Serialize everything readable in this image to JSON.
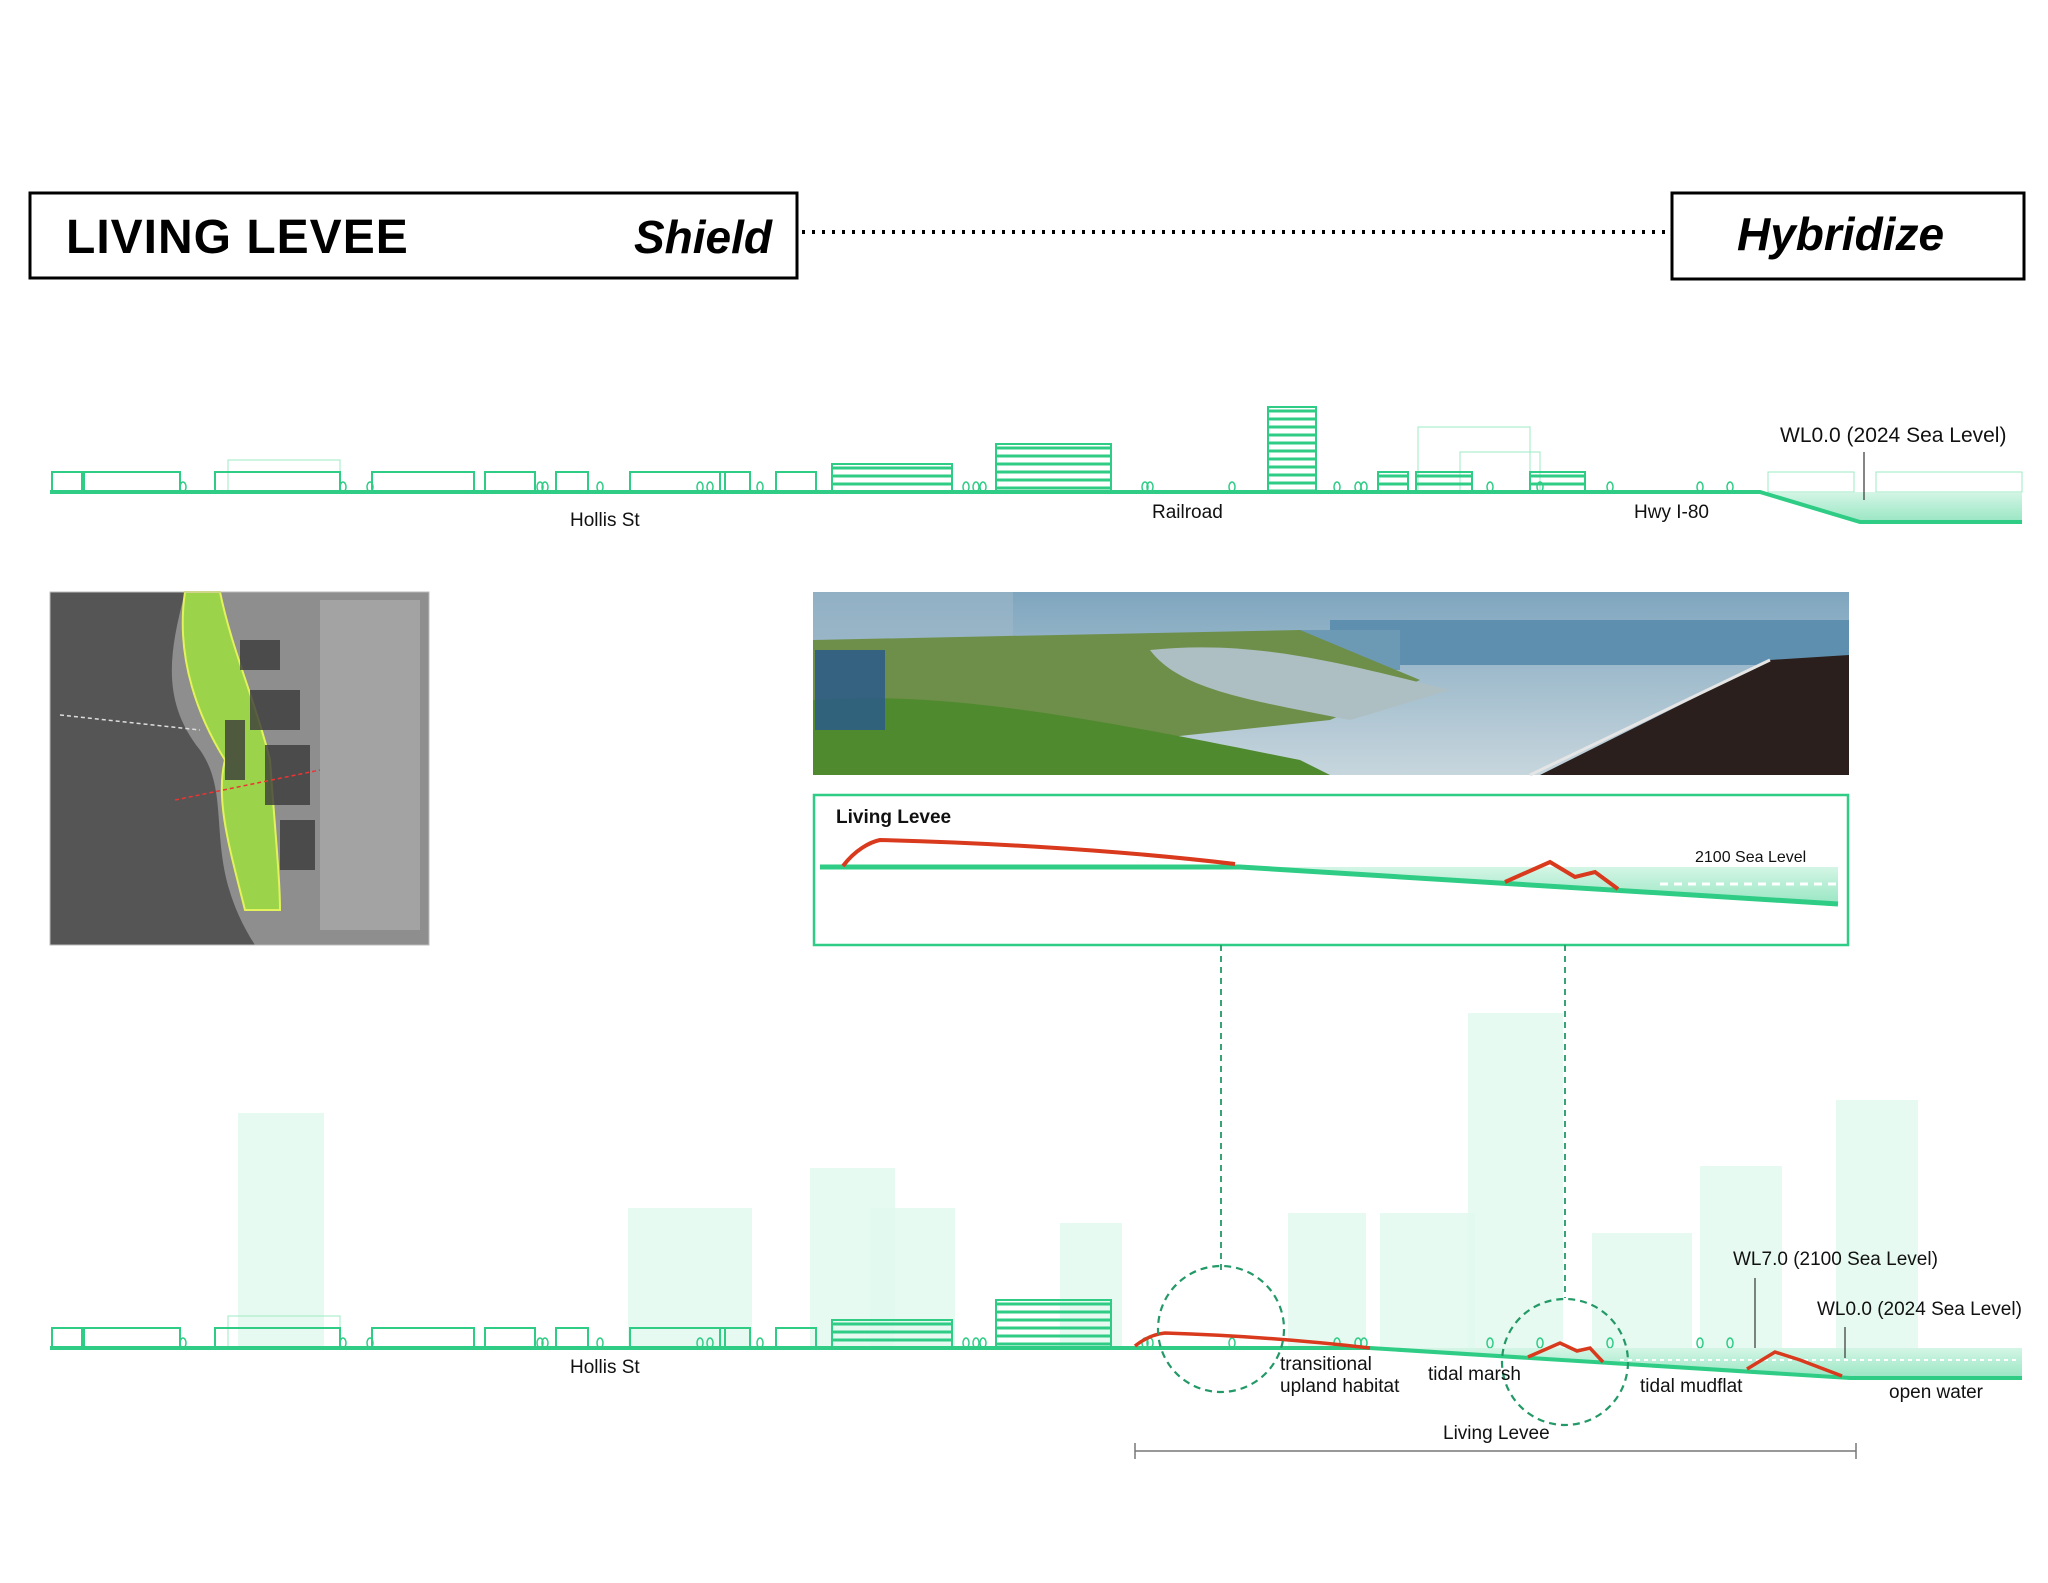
{
  "header": {
    "title": "LIVING LEVEE",
    "left_strategy": "Shield",
    "right_strategy": "Hybridize"
  },
  "existing_section": {
    "labels": {
      "street": "Hollis St",
      "railroad": "Railroad",
      "highway": "Hwy I-80",
      "water_level": "WL0.0 (2024 Sea Level)"
    }
  },
  "detail_section": {
    "title": "Living Levee",
    "sea_level": "2100 Sea Level"
  },
  "proposed_section": {
    "labels": {
      "street": "Hollis St",
      "zone_upland": "transitional",
      "zone_upland_2": "upland habitat",
      "zone_marsh": "tidal marsh",
      "zone_mudflat": "tidal mudflat",
      "zone_water": "open water",
      "wl_future": "WL7.0 (2100 Sea Level)",
      "wl_current": "WL0.0 (2024 Sea Level)",
      "extent": "Living Levee"
    }
  },
  "colors": {
    "green": "#2ecc85",
    "green_light": "#d9f8ea",
    "levee_red": "#d9391c"
  }
}
